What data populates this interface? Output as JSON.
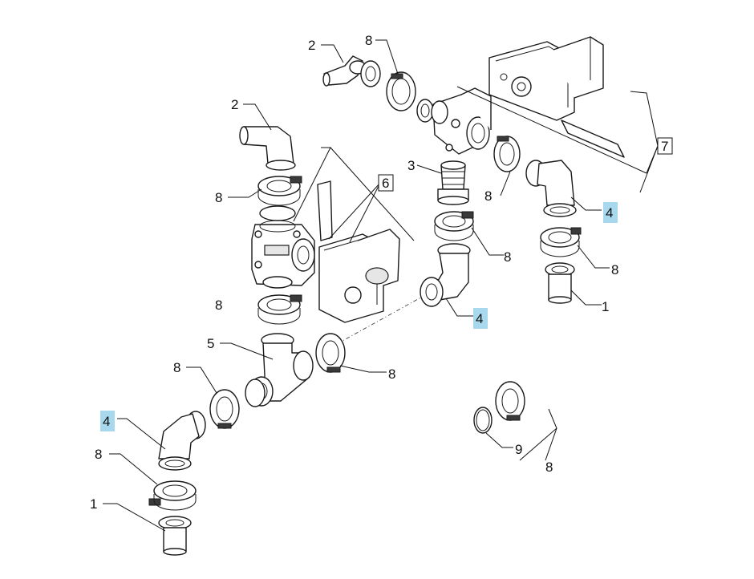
{
  "colors": {
    "highlight": "#a8d8ee",
    "line": "#1a1a1a",
    "background": "#ffffff"
  },
  "callouts": [
    {
      "text": "2"
    },
    {
      "text": "8"
    },
    {
      "text": "2"
    },
    {
      "text": "8"
    },
    {
      "text": "6"
    },
    {
      "text": "3"
    },
    {
      "text": "8"
    },
    {
      "text": "7"
    },
    {
      "text": "4"
    },
    {
      "text": "8"
    },
    {
      "text": "8"
    },
    {
      "text": "8"
    },
    {
      "text": "1"
    },
    {
      "text": "4"
    },
    {
      "text": "5"
    },
    {
      "text": "8"
    },
    {
      "text": "8"
    },
    {
      "text": "4"
    },
    {
      "text": "8"
    },
    {
      "text": "1"
    },
    {
      "text": "9"
    },
    {
      "text": "8"
    }
  ]
}
